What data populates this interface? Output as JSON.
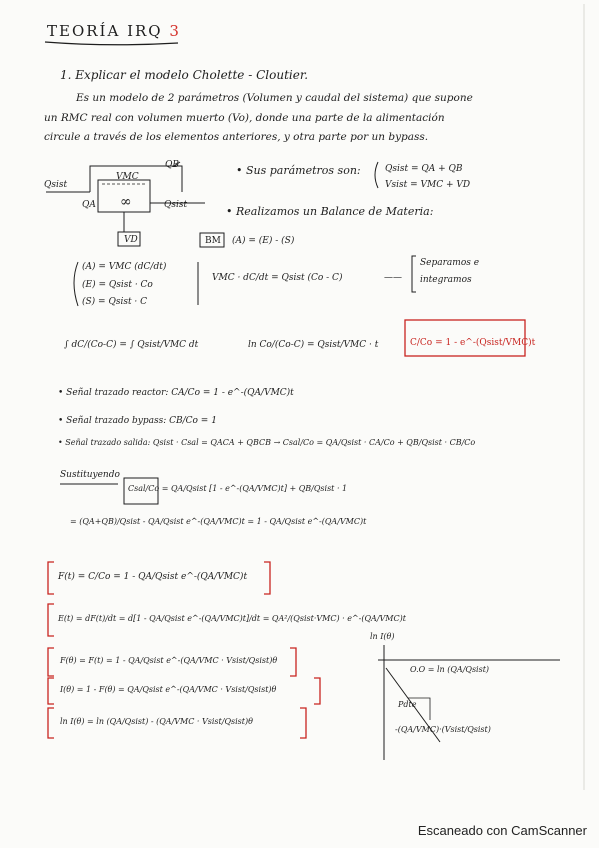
{
  "title": {
    "text": "TEORÍA IRQ",
    "number": "3"
  },
  "q1": "1. Explicar el modelo Cholette - Cloutier.",
  "intro": [
    "Es un modelo de 2 parámetros (Volumen y caudal del sistema) que supone",
    "un RMC real con volumen muerto (Vo), donde una parte de la alimentación",
    "circule a través de los elementos anteriores, y otra parte por un bypass."
  ],
  "diagram": {
    "qsist_in": "Qsist",
    "qb": "QB",
    "vmc": "VMC",
    "qa": "QA",
    "infinity": "∞",
    "qsist_out": "Qsist",
    "vd": "VD"
  },
  "params": {
    "label": "• Sus parámetros son:",
    "eq1": "Qsist = QA + QB",
    "eq2": "Vsist = VMC + VD"
  },
  "balance": {
    "label": "• Realizamos un Balance de Materia:",
    "bm": "BM",
    "eq": "(A) = (E) - (S)"
  },
  "system": {
    "a": "(A) = VMC (dC/dt)",
    "e": "(E) = Qsist · Co",
    "s": "(S) = Qsist · C",
    "combined": "VMC · dC/dt = Qsist (Co - C)",
    "arrow": "——",
    "note1": "Separamos e",
    "note2": "integramos"
  },
  "integration": {
    "lhs": "∫ dC/(Co-C) = ∫ Qsist/VMC dt",
    "ln": "ln Co/(Co-C) = Qsist/VMC · t",
    "result": "C/Co = 1 - e^-(Qsist/VMC)t"
  },
  "signals": {
    "reactor": "• Señal trazado reactor:  CA/Co = 1 - e^-(QA/VMC)t",
    "bypass": "• Señal trazado bypass:  CB/Co = 1",
    "salida": "• Señal trazado salida:  Qsist · Csal = QACA + QBCB  →  Csal/Co = QA/Qsist · CA/Co + QB/Qsist · CB/Co"
  },
  "substituting": {
    "label": "Sustituyendo",
    "eq1": "Csal/Co = QA/Qsist [1 - e^-(QA/VMC)t] + QB/Qsist · 1",
    "eq2": "= (QA+QB)/Qsist - QA/Qsist e^-(QA/VMC)t = 1 - QA/Qsist e^-(QA/VMC)t"
  },
  "functions": {
    "f": "F(t) = C/Co = 1 - QA/Qsist e^-(QA/VMC)t",
    "e": "E(t) = dF(t)/dt = d[1 - QA/Qsist e^-(QA/VMC)t]/dt = QA²/(Qsist·VMC) · e^-(QA/VMC)t",
    "ftheta": "F(θ) = F(t) = 1 - QA/Qsist e^-(QA/VMC · Vsist/Qsist)θ",
    "itheta": "I(θ) = 1 - F(θ) = QA/Qsist e^-(QA/VMC · Vsist/Qsist)θ",
    "ln_i": "ln I(θ) = ln (QA/Qsist) - (QA/VMC · Vsist/Qsist)θ"
  },
  "graph": {
    "ylabel": "ln I(θ)",
    "intercept": "O.O = ln (QA/Qsist)",
    "pdte": "Pdte",
    "slope": "-(QA/VMC)·(Vsist/Qsist)"
  },
  "footer": "Escaneado con CamScanner",
  "colors": {
    "ink": "#1e1e1e",
    "accent": "#c8241f",
    "paper": "#fbfbf9"
  }
}
